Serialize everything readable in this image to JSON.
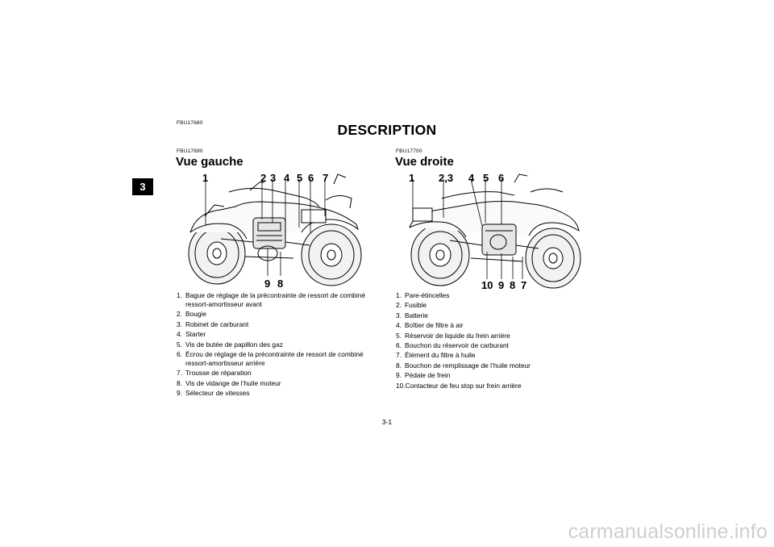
{
  "chapter_tab": "3",
  "header_code": "FBU17680",
  "title": "DESCRIPTION",
  "left_section": {
    "code": "FBU17690",
    "title": "Vue gauche",
    "callouts_top": [
      "1",
      "2",
      "3",
      "4",
      "5",
      "6",
      "7"
    ],
    "callouts_bottom": [
      "9",
      "8"
    ],
    "items": [
      {
        "n": "1.",
        "text": "Bague de réglage de la précontrainte de ressort de combiné ressort-amortisseur avant"
      },
      {
        "n": "2.",
        "text": "Bougie"
      },
      {
        "n": "3.",
        "text": "Robinet de carburant"
      },
      {
        "n": "4.",
        "text": "Starter"
      },
      {
        "n": "5.",
        "text": "Vis de butée de papillon des gaz"
      },
      {
        "n": "6.",
        "text": "Écrou de réglage de la précontrainte de ressort de combiné ressort-amortisseur arrière"
      },
      {
        "n": "7.",
        "text": "Trousse de réparation"
      },
      {
        "n": "8.",
        "text": "Vis de vidange de l’huile moteur"
      },
      {
        "n": "9.",
        "text": "Sélecteur de vitesses"
      }
    ]
  },
  "right_section": {
    "code": "FBU17700",
    "title": "Vue droite",
    "callouts_top": [
      "1",
      "2,3",
      "4",
      "5",
      "6"
    ],
    "callouts_bottom": [
      "10",
      "9",
      "8",
      "7"
    ],
    "items": [
      {
        "n": "1.",
        "text": "Pare-étincelles"
      },
      {
        "n": "2.",
        "text": "Fusible"
      },
      {
        "n": "3.",
        "text": "Batterie"
      },
      {
        "n": "4.",
        "text": "Boîtier de filtre à air"
      },
      {
        "n": "5.",
        "text": "Réservoir de liquide du frein arrière"
      },
      {
        "n": "6.",
        "text": "Bouchon du réservoir de carburant"
      },
      {
        "n": "7.",
        "text": "Élément du filtre à huile"
      },
      {
        "n": "8.",
        "text": "Bouchon de remplissage de l’huile moteur"
      },
      {
        "n": "9.",
        "text": "Pédale de frein"
      },
      {
        "n": "10.",
        "text": "Contacteur de feu stop sur frein arrière"
      }
    ]
  },
  "page_number": "3-1",
  "watermark": "carmanualsonline.info"
}
